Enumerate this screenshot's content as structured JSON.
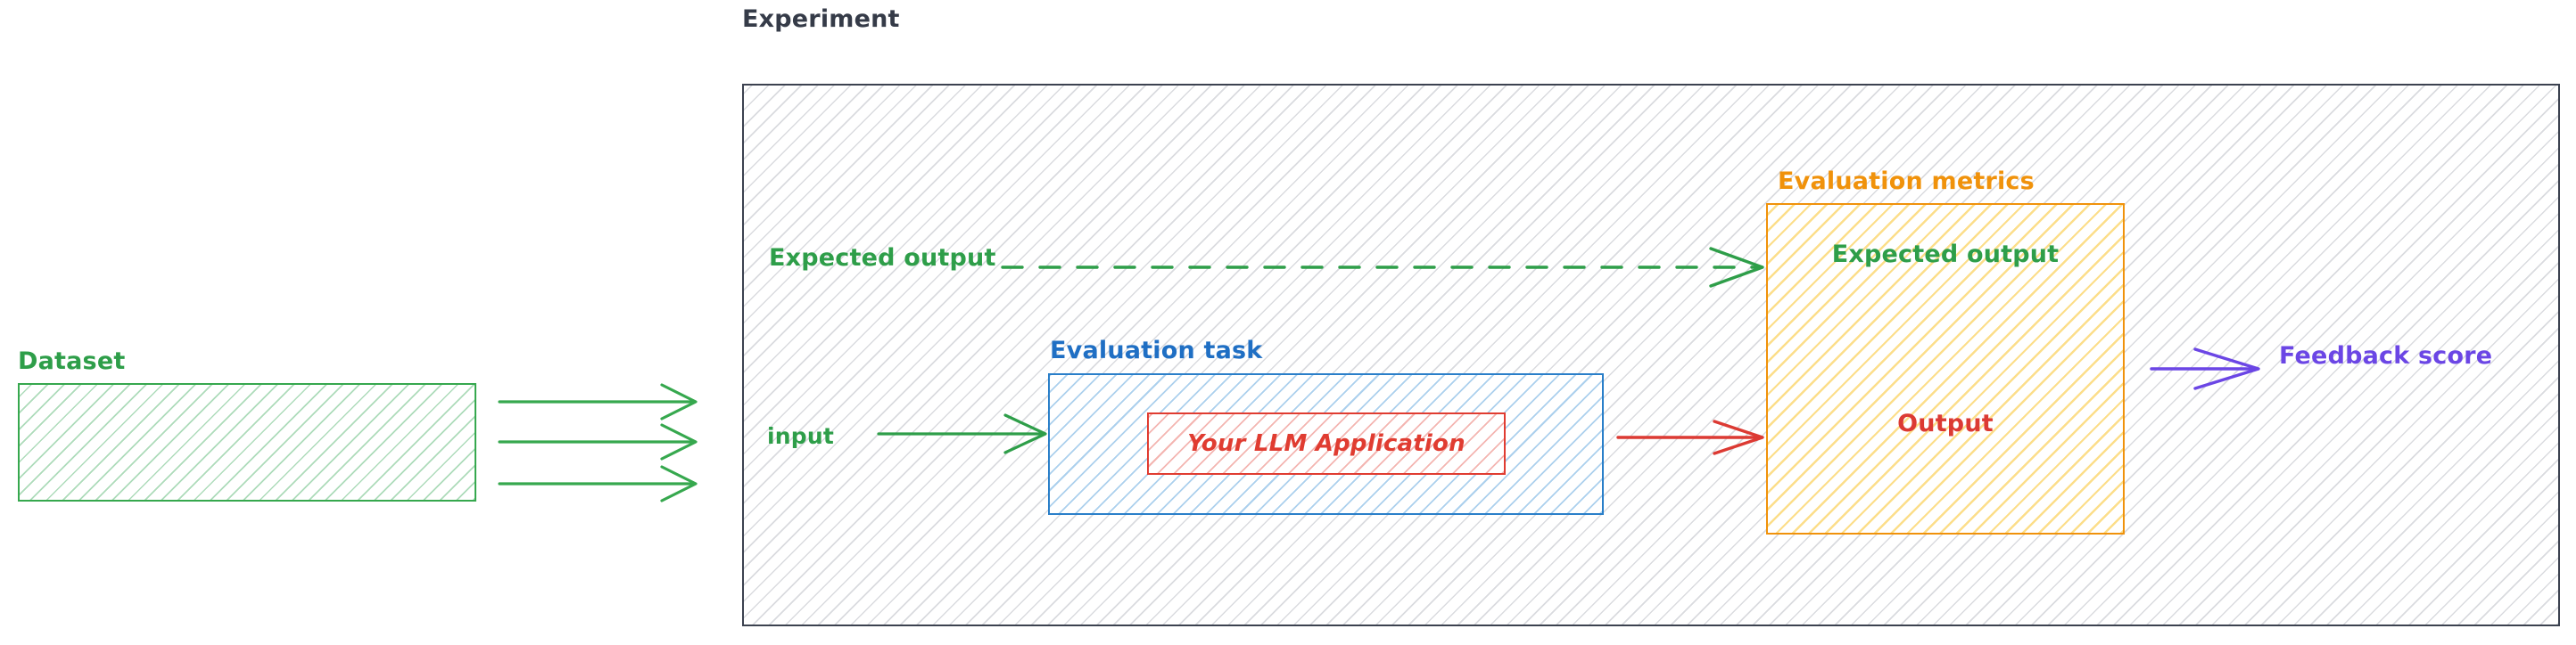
{
  "diagram": {
    "title_text": "Experiment",
    "background": "#ffffff"
  },
  "dataset": {
    "title": "Dataset",
    "color": "#2e9e49",
    "arrow_count": 3
  },
  "experiment": {
    "title": "Experiment",
    "color": "#3c4250"
  },
  "flows": {
    "expected_output_label": "Expected output",
    "expected_output_color": "#2e9e49",
    "expected_output_style": "dashed",
    "input_label": "input",
    "input_color": "#2e9e49",
    "output_arrow_color": "#dc3a33",
    "feedback_arrow_color": "#6b46e5"
  },
  "evaluation_task": {
    "title": "Evaluation task",
    "color": "#1f6fc4",
    "inner": {
      "label": "Your LLM Application",
      "color": "#e03c31"
    }
  },
  "evaluation_metrics": {
    "title": "Evaluation metrics",
    "color": "#f0920b",
    "rows": [
      {
        "label": "Expected output",
        "color": "#2e9e49"
      },
      {
        "label": "Output",
        "color": "#dc3a33"
      }
    ]
  },
  "feedback": {
    "label": "Feedback score",
    "color": "#6b46e5"
  }
}
